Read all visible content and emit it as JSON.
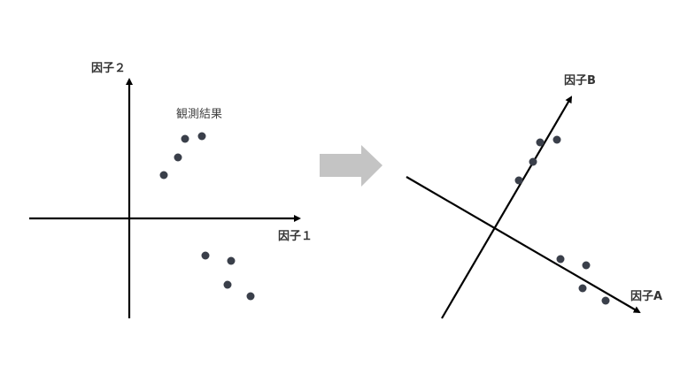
{
  "left_plot": {
    "y_axis_label": "因子２",
    "x_axis_label": "因子１",
    "annotation": "観測結果"
  },
  "right_plot": {
    "axis_b_label": "因子B",
    "axis_a_label": "因子A"
  },
  "colors": {
    "point": "#3a3f4a",
    "arrow": "#c4c4c4",
    "axis": "#000000"
  }
}
